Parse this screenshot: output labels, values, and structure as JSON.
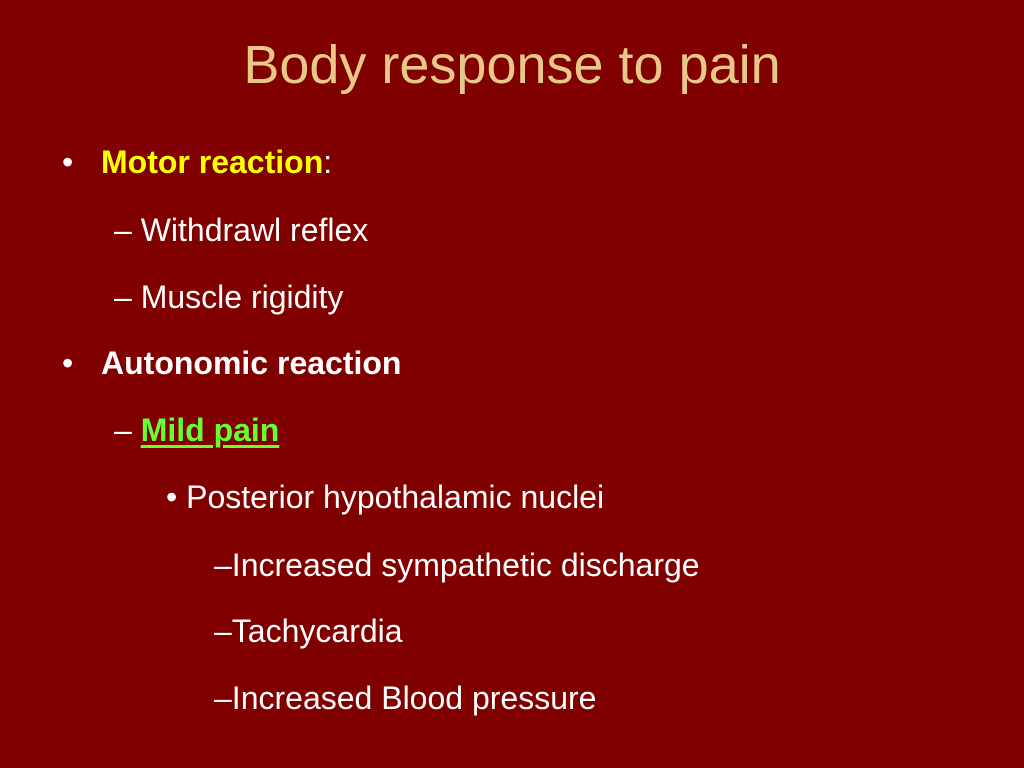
{
  "slide": {
    "title": "Body response to pain",
    "accent_colors": {
      "background": "#800000",
      "title": "#e8c889",
      "highlight_yellow": "#ffff00",
      "highlight_green": "#66ff33"
    },
    "bullets": {
      "motor": {
        "marker": "•",
        "label": "Motor reaction",
        "suffix": ":"
      },
      "withdrawl": {
        "marker": "–",
        "text": "Withdrawl reflex"
      },
      "rigidity": {
        "marker": "–",
        "text": "Muscle rigidity"
      },
      "autonomic": {
        "marker": "•",
        "label": "Autonomic reaction"
      },
      "mild": {
        "marker": "–",
        "label": "Mild pain"
      },
      "posterior": {
        "marker": "•",
        "text": "Posterior hypothalamic nuclei"
      },
      "sympathetic": {
        "marker": "–",
        "text": "Increased sympathetic discharge"
      },
      "tachy": {
        "marker": "–",
        "text": "Tachycardia"
      },
      "bp": {
        "marker": "–",
        "text": "Increased Blood pressure"
      }
    }
  }
}
